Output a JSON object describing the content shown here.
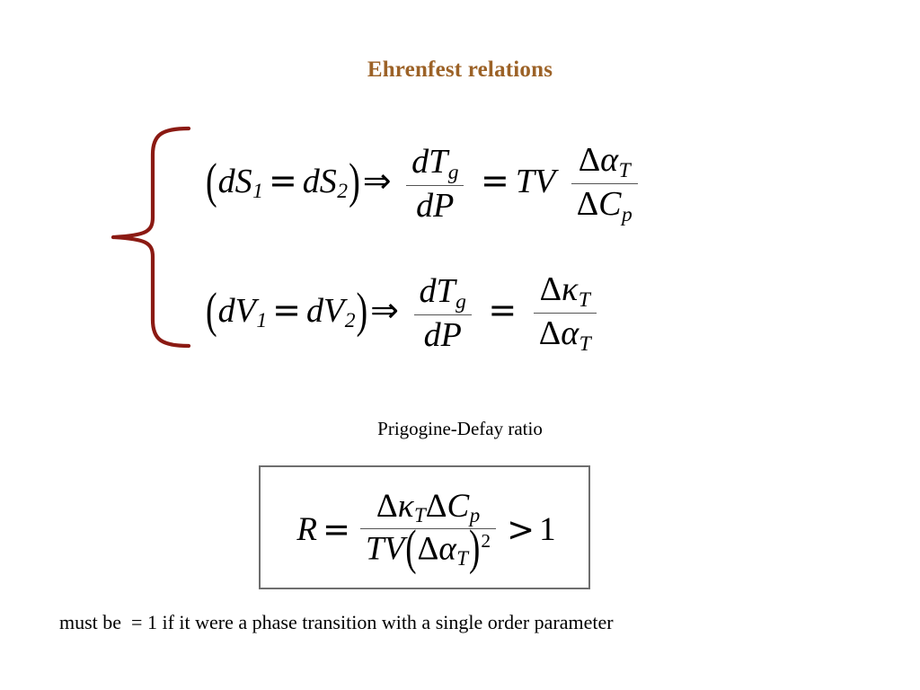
{
  "slide": {
    "title": "Ehrenfest relations",
    "title_color": "#9C6227",
    "background_color": "#ffffff",
    "text_color": "#000000"
  },
  "brace": {
    "name": "left-curly-brace",
    "color": "#8B1A13",
    "spans": "both Ehrenfest equations"
  },
  "equations": [
    {
      "id": "equation-1",
      "condition_open": "(",
      "lhs_d": "d",
      "lhs_var": "S",
      "lhs_sub": "1",
      "equals": "=",
      "rhs_d": "d",
      "rhs_var": "S",
      "rhs_sub": "2",
      "condition_close": ")",
      "implies": "⇒",
      "frac_num_d": "d",
      "frac_num_var": "T",
      "frac_num_sub": "g",
      "frac_den_d": "d",
      "frac_den_var": "P",
      "result_equals": "=",
      "prefactor": "TV",
      "ratio_num_delta": "Δ",
      "ratio_num_sym": "α",
      "ratio_num_sub": "T",
      "ratio_den_delta": "Δ",
      "ratio_den_sym": "C",
      "ratio_den_sub": "p",
      "plain": "(dS1 = dS2) ⇒ dTg/dP = TV ΔαT/ΔCp"
    },
    {
      "id": "equation-2",
      "condition_open": "(",
      "lhs_d": "d",
      "lhs_var": "V",
      "lhs_sub": "1",
      "equals": "=",
      "rhs_d": "d",
      "rhs_var": "V",
      "rhs_sub": "2",
      "condition_close": ")",
      "implies": "⇒",
      "frac_num_d": "d",
      "frac_num_var": "T",
      "frac_num_sub": "g",
      "frac_den_d": "d",
      "frac_den_var": "P",
      "result_equals": "=",
      "prefactor": "",
      "ratio_num_delta": "Δ",
      "ratio_num_sym": "κ",
      "ratio_num_sub": "T",
      "ratio_den_delta": "Δ",
      "ratio_den_sym": "α",
      "ratio_den_sub": "T",
      "plain": "(dV1 = dV2) ⇒ dTg/dP = ΔκT/ΔαT"
    }
  ],
  "ratio_section": {
    "label": "Prigogine-Defay ratio",
    "box_border_color": "#6e6e6e",
    "formula": {
      "lhs": "R",
      "equals": "=",
      "num_delta_1": "Δ",
      "num_sym_1": "κ",
      "num_sub_1": "T",
      "num_delta_2": "Δ",
      "num_sym_2": "C",
      "num_sub_2": "p",
      "den_prefactor": "TV",
      "den_open": "(",
      "den_delta": "Δ",
      "den_sym": "α",
      "den_sub": "T",
      "den_close": ")",
      "den_exponent": "2",
      "comparator": ">",
      "value": "1",
      "plain": "R = ΔκT ΔCp / (TV (ΔαT)^2) > 1"
    }
  },
  "footnote": {
    "text": "must be  = 1 if it were a phase transition with a single order parameter"
  }
}
